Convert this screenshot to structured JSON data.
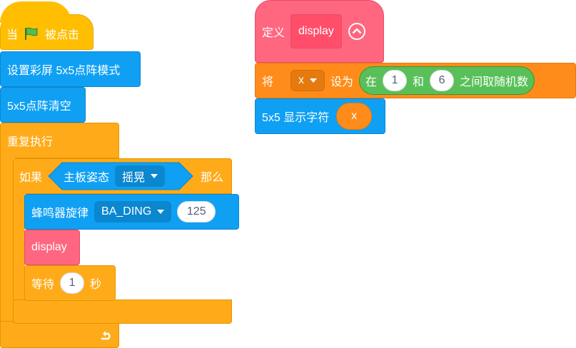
{
  "script1": {
    "hat": {
      "when": "当",
      "clicked": "被点击"
    },
    "set_mode": "设置彩屏 5x5点阵模式",
    "clear": "5x5点阵清空",
    "forever": "重复执行",
    "if_block": {
      "if": "如果",
      "sensor_label": "主板姿态",
      "sensor_value": "摇晃",
      "then": "那么"
    },
    "buzzer": {
      "label": "蜂鸣器旋律",
      "melody": "BA_DING",
      "tempo": "125"
    },
    "call": "display",
    "wait": {
      "label": "等待",
      "value": "1",
      "unit": "秒"
    }
  },
  "script2": {
    "define": {
      "label": "定义",
      "name": "display"
    },
    "set_var": {
      "set": "将",
      "var": "x",
      "to": "设为",
      "random": {
        "from_label": "在",
        "from": "1",
        "and": "和",
        "to": "6",
        "suffix": "之间取随机数"
      }
    },
    "show_char": {
      "label": "5x5 显示字符",
      "var": "x"
    }
  },
  "colors": {
    "events": "#FFBF00",
    "extension": "#0FA0F4",
    "control": "#FFAB19",
    "myblocks": "#FF6680",
    "operators": "#59C059",
    "variables": "#FF8C1A"
  },
  "icons": {
    "flag": "green-flag-icon",
    "loop": "loop-arrow-icon",
    "collapse": "chevron-up-circle-icon"
  }
}
